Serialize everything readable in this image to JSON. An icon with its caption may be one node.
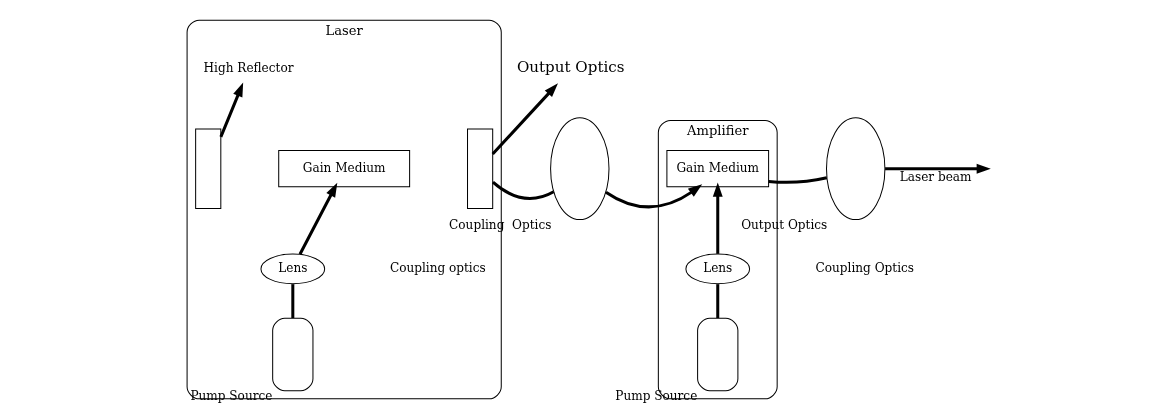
{
  "diagram": {
    "nodes": [
      {
        "text": [
          "Laser"
        ]
      },
      {
        "text": [],
        "shape": "box",
        "in": 0
      },
      {
        "text": [
          "High Reflector"
        ],
        "in": 0
      },
      {
        "text": [
          "Gain Medium"
        ],
        "in": 0
      },
      {
        "text": [
          "Lens"
        ],
        "in": 0
      },
      {
        "text": [],
        "shape": "box",
        "in": 0,
        "beside": [
          "Pump Source"
        ]
      },
      {
        "text": [],
        "shape": "box",
        "in": 0
      },
      {
        "text": [
          "Output Optics"
        ]
      },
      {
        "text": [],
        "shape": "circle",
        "beside": [
          "Coupling  Optics"
        ]
      },
      {
        "text": [
          "Amplifier"
        ]
      },
      {
        "text": [
          "Gain Medium"
        ],
        "in": 9
      },
      {
        "text": [
          "Lens"
        ],
        "in": 9
      },
      {
        "text": [],
        "shape": "box",
        "in": 9,
        "beside": [
          "Pump Source"
        ]
      },
      {
        "text": [],
        "shape": "circle",
        "beside": [
          "Output Optics"
        ]
      }
    ],
    "edges": [
      {
        "from": 1,
        "to": 2,
        "arrow": "to"
      },
      {
        "from": 5,
        "to": 4,
        "arrow": "none"
      },
      {
        "from": 4,
        "to": 3,
        "arrow": "to"
      },
      {
        "from": 6,
        "to": 7,
        "arrow": "to"
      },
      {
        "from": 6,
        "to": 8,
        "arrow": "none"
      },
      {
        "from": 8,
        "to": 10,
        "arrow": "to"
      },
      {
        "from": 12,
        "to": 11,
        "arrow": "none"
      },
      {
        "from": 11,
        "to": 10,
        "arrow": "to"
      },
      {
        "from": 10,
        "to": 13,
        "arrow": "none"
      },
      {
        "from": 13,
        "to": null,
        "arrow": "to",
        "label": "Laser beam"
      }
    ],
    "labels": [
      "Coupling optics",
      "Coupling Optics"
    ]
  }
}
